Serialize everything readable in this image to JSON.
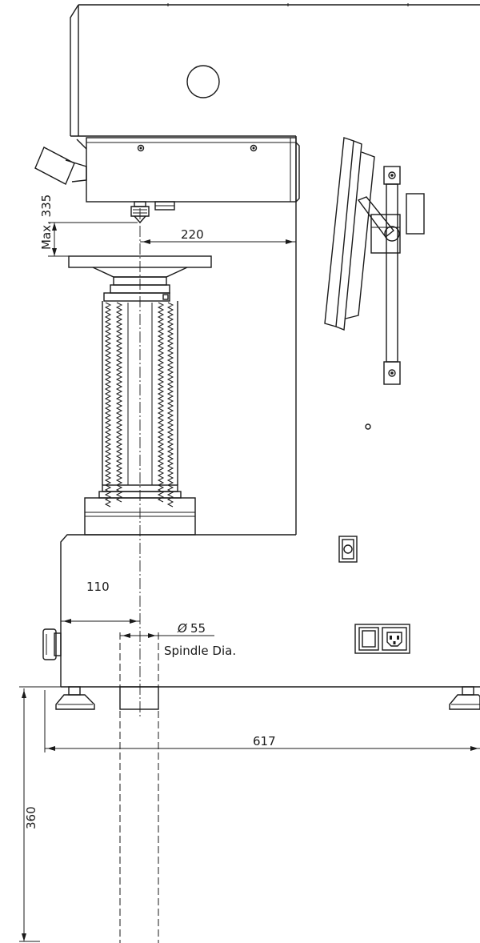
{
  "dimensions": {
    "max_height": "Max. 335",
    "throat_depth": "220",
    "column_offset": "110",
    "spindle_symbol": "Ø",
    "spindle_diameter": "55",
    "spindle_label": "Spindle Dia.",
    "base_width": "617",
    "spindle_depth": "360"
  },
  "colors": {
    "line": "#1a1a1a",
    "background": "#ffffff"
  }
}
